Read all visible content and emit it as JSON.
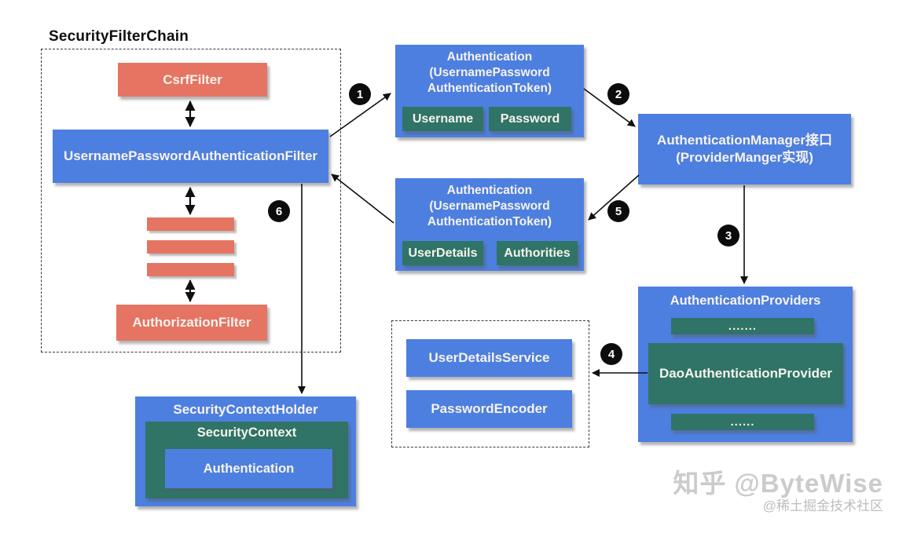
{
  "title": "SecurityFilterChain",
  "filter_chain": {
    "csrf_filter": "CsrfFilter",
    "username_password_filter": "UsernamePasswordAuthenticationFilter",
    "authorization_filter": "AuthorizationFilter"
  },
  "auth_request_token": {
    "line1": "Authentication",
    "line2": "(UsernamePassword",
    "line3": "AuthenticationToken)",
    "username": "Username",
    "password": "Password"
  },
  "authentication_manager": {
    "line1": "AuthenticationManager接口",
    "line2": "(ProviderManger实现)"
  },
  "auth_result_token": {
    "line1": "Authentication",
    "line2": "(UsernamePassword",
    "line3": "AuthenticationToken)",
    "user_details": "UserDetails",
    "authorities": "Authorities"
  },
  "authentication_providers": {
    "title": "AuthenticationProviders",
    "more_top": ".......",
    "dao_provider": "DaoAuthenticationProvider",
    "more_bottom": "......"
  },
  "services": {
    "user_details_service": "UserDetailsService",
    "password_encoder": "PasswordEncoder"
  },
  "security_context_holder": {
    "title": "SecurityContextHolder",
    "security_context": "SecurityContext",
    "authentication": "Authentication"
  },
  "steps": [
    "1",
    "2",
    "3",
    "4",
    "5",
    "6"
  ],
  "watermark": {
    "brand": "知乎 @ByteWise",
    "community": "@稀土掘金技术社区"
  },
  "colors": {
    "blue": "#4d7fe0",
    "green": "#2f7466",
    "red": "#e57463",
    "circle_black": "#0c0c0c"
  }
}
